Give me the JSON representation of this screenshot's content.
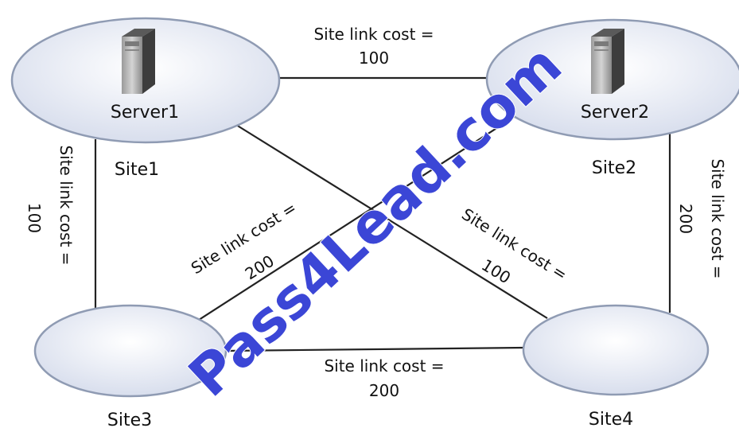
{
  "sites": [
    {
      "id": "site1",
      "name": "Site1",
      "server": "Server1"
    },
    {
      "id": "site2",
      "name": "Site2",
      "server": "Server2"
    },
    {
      "id": "site3",
      "name": "Site3",
      "server": ""
    },
    {
      "id": "site4",
      "name": "Site4",
      "server": ""
    }
  ],
  "links": [
    {
      "id": "site1-site2",
      "label": "Site link cost =",
      "cost": "100"
    },
    {
      "id": "site1-site3",
      "label": "Site link cost =",
      "cost": "100"
    },
    {
      "id": "site2-site4",
      "label": "Site link cost =",
      "cost": "200"
    },
    {
      "id": "site3-site4",
      "label": "Site link cost =",
      "cost": "200"
    },
    {
      "id": "site3-site2",
      "label": "Site link cost =",
      "cost": "200"
    },
    {
      "id": "site1-site4",
      "label": "Site link cost =",
      "cost": "100"
    }
  ],
  "watermark": "Pass4Lead.com",
  "colors": {
    "ellipse_fill": "#e4e8f3",
    "ellipse_stroke": "#8f9bb3",
    "line": "#222222",
    "watermark": "#3b46d6"
  }
}
